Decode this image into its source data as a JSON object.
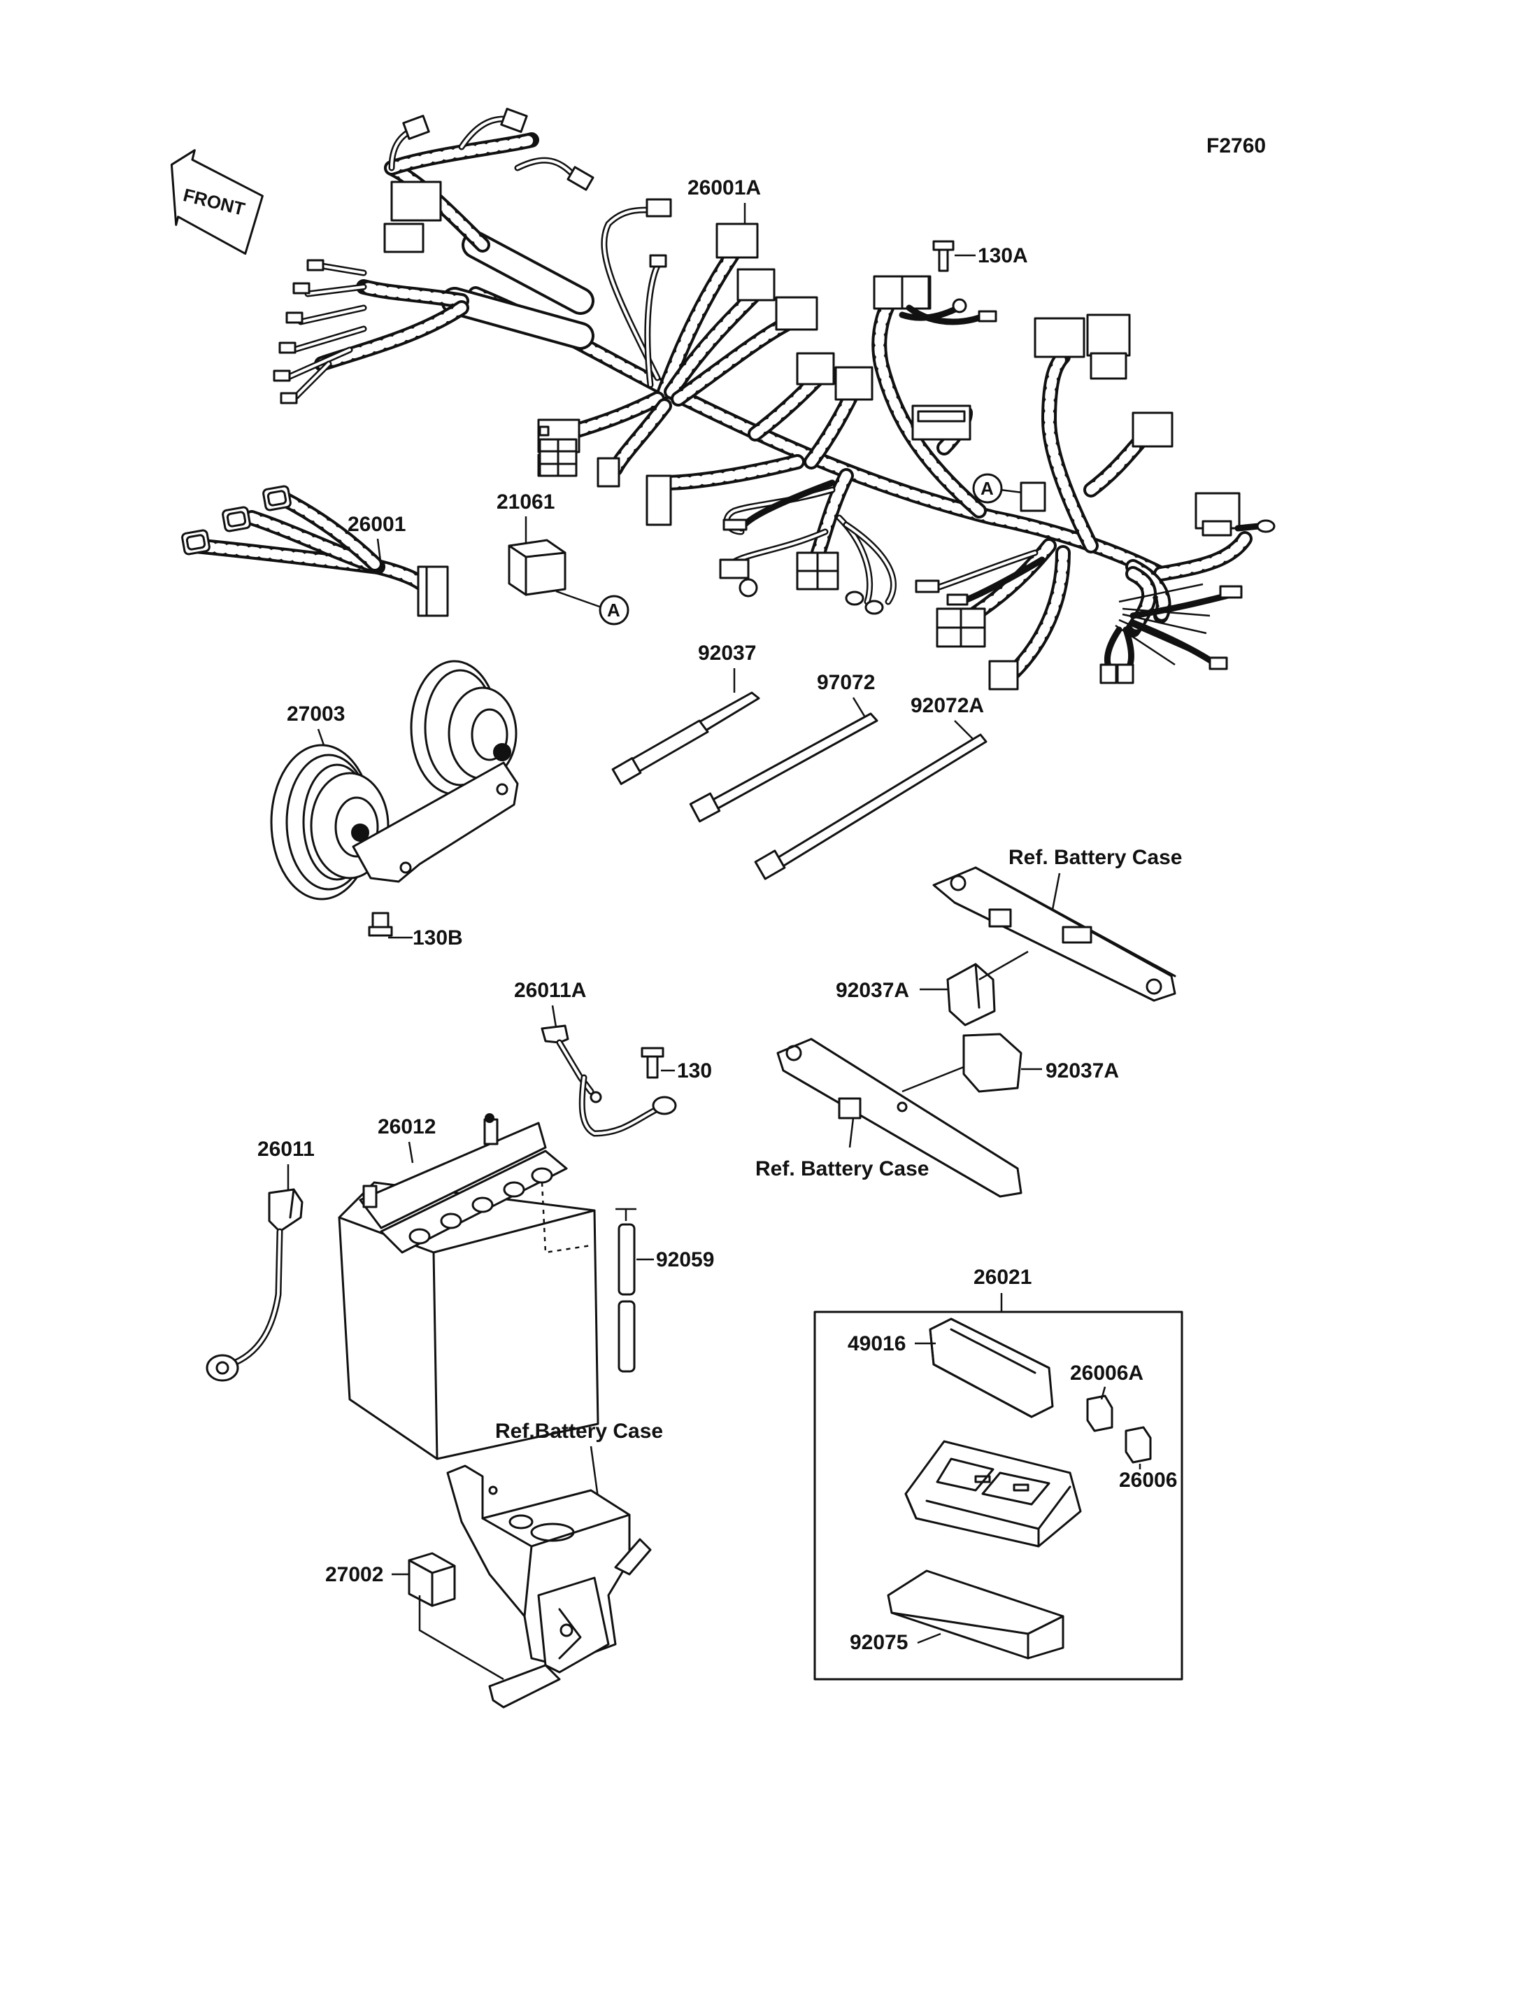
{
  "figure_code": "F2760",
  "front_tag": "FRONT",
  "callout_letter": "A",
  "labels": {
    "p26001A": "26001A",
    "p130A": "130A",
    "p21061": "21061",
    "p26001": "26001",
    "p92037": "92037",
    "p97072": "97072",
    "p92072A": "92072A",
    "p27003": "27003",
    "p130B": "130B",
    "ref_battery_case_top": "Ref. Battery Case",
    "p92037A_left": "92037A",
    "p92037A_right": "92037A",
    "ref_battery_case_mid": "Ref. Battery Case",
    "p26011A": "26011A",
    "p130": "130",
    "p26012": "26012",
    "p26011": "26011",
    "p92059": "92059",
    "p26021": "26021",
    "p49016": "49016",
    "p26006A": "26006A",
    "p26006": "26006",
    "ref_battery_case_bottom": "Ref.Battery Case",
    "p27002": "27002",
    "p92075": "92075"
  }
}
